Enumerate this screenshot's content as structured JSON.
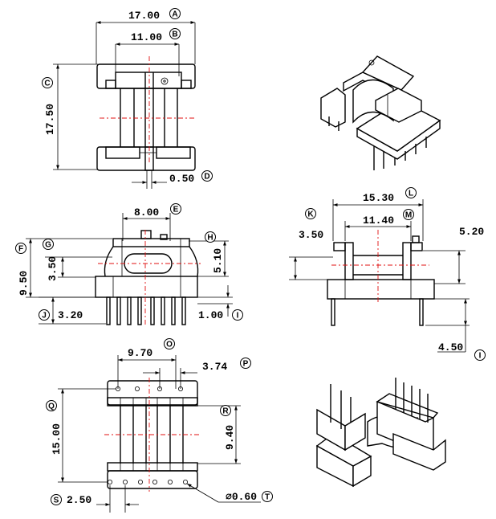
{
  "top_view": {
    "dims": [
      {
        "value": "17.00",
        "tag": "A"
      },
      {
        "value": "11.00",
        "tag": "B"
      },
      {
        "value": "17.50",
        "tag": "C"
      },
      {
        "value": "0.50",
        "tag": "D"
      }
    ]
  },
  "front_view": {
    "dims": [
      {
        "value": "8.00",
        "tag": "E"
      },
      {
        "value": "9.50",
        "tag": "F"
      },
      {
        "value": "3.50",
        "tag": "G"
      },
      {
        "value": "5.10",
        "tag": "H"
      },
      {
        "value": "3.20",
        "tag": "J"
      },
      {
        "value": "1.00",
        "tag": "I"
      }
    ]
  },
  "side_view": {
    "dims": [
      {
        "value": "15.30",
        "tag": "L"
      },
      {
        "value": "11.40",
        "tag": "M"
      },
      {
        "value": "3.50",
        "tag": "K"
      },
      {
        "value": "5.20",
        "tag": ""
      },
      {
        "value": "4.50",
        "tag": "I"
      }
    ]
  },
  "bottom_view": {
    "dims": [
      {
        "value": "9.70",
        "tag": "O"
      },
      {
        "value": "3.74",
        "tag": "P"
      },
      {
        "value": "15.00",
        "tag": "Q"
      },
      {
        "value": "9.40",
        "tag": "R"
      },
      {
        "value": "2.50",
        "tag": "S"
      },
      {
        "value": "⌀0.60",
        "tag": "T"
      }
    ]
  }
}
